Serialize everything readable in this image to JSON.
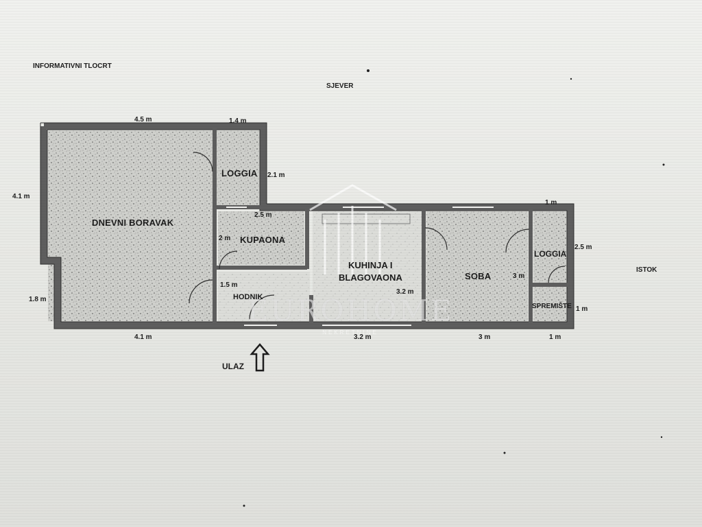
{
  "title": "INFORMATIVNI TLOCRT",
  "compass": {
    "north": "SJEVER",
    "east": "ISTOK"
  },
  "entrance": {
    "label": "ULAZ",
    "arrow_icon": "up-arrow-icon"
  },
  "watermark": {
    "text": "EUROHOME",
    "sub": "NEKRETNINE"
  },
  "rooms": {
    "dnevni_boravak": "DNEVNI BORAVAK",
    "loggia_north": "LOGGIA",
    "kupaona": "KUPAONA",
    "hodnik": "HODNIK",
    "kuhinja_line1": "KUHINJA I",
    "kuhinja_line2": "BLAGOVAONA",
    "soba": "SOBA",
    "loggia_east": "LOGGIA",
    "spremiste": "SPREMIŠTE"
  },
  "dimensions": {
    "top_living": "4.5 m",
    "top_loggia": "1.4 m",
    "loggia_side": "2.1 m",
    "left_upper": "4.1 m",
    "left_lower": "1.8 m",
    "bottom_living": "4.1 m",
    "kupaona_width": "2.5 m",
    "kupaona_depth": "2 m",
    "hodnik_depth": "1.5 m",
    "kuhinja_depth": "3.2 m",
    "bottom_kuhinja": "3.2 m",
    "bottom_soba": "3 m",
    "bottom_east": "1 m",
    "top_east": "1 m",
    "loggia_east_depth": "2.5 m",
    "soba_depth": "3 m",
    "spremiste_depth": "1 m"
  },
  "colors": {
    "wall": "#5e5e5e",
    "wall_dark": "#2e2e2e",
    "floor": "#c9cac6",
    "ink": "#1d1d1d"
  }
}
